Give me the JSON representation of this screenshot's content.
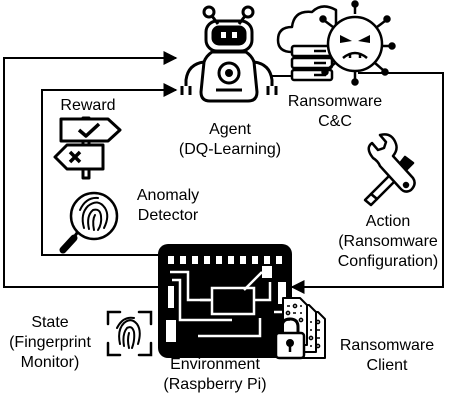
{
  "nodes": {
    "agent": {
      "name": "Agent",
      "subtitle": "(DQ-Learning)",
      "icon": "robot-icon"
    },
    "cnc": {
      "name": "Ransomware",
      "subtitle": "C&C",
      "icon": "cloud-virus-server-icon"
    },
    "reward": {
      "name": "Reward",
      "icon": "signpost-check-cross-icon"
    },
    "anomaly": {
      "name": "Anomaly",
      "subtitle": "Detector",
      "icon": "fingerprint-magnifier-icon"
    },
    "action": {
      "name": "Action",
      "line2": "(Ransomware",
      "line3": "Configuration)",
      "icon": "wrench-screwdriver-icon"
    },
    "environment": {
      "name": "Environment",
      "subtitle": "(Raspberry Pi)",
      "icon": "circuit-board-icon"
    },
    "state": {
      "name": "State",
      "line2": "(Fingerprint",
      "line3": "Monitor)",
      "icon": "fingerprint-scan-icon"
    },
    "client": {
      "name": "Ransomware",
      "subtitle": "Client",
      "icon": "locked-binary-files-icon"
    }
  },
  "colors": {
    "stroke": "#000000",
    "background": "#ffffff"
  }
}
